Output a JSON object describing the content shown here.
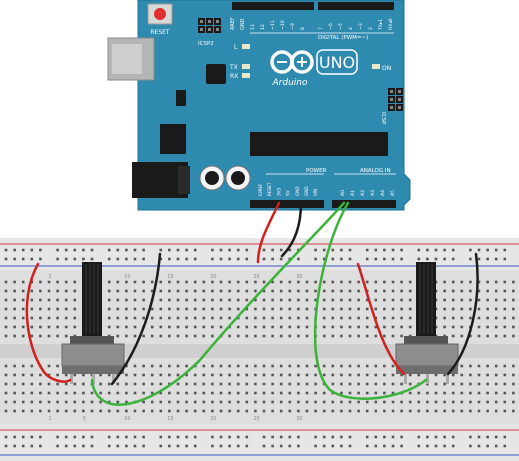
{
  "board": {
    "brand": "Arduino",
    "model": "UNO",
    "reset_label": "RESET",
    "icsp2_label": "ICSP2",
    "icsp_label": "ICSP",
    "digital_label": "DIGITAL (PWM=~)",
    "analog_label": "ANALOG IN",
    "power_label": "POWER",
    "on_label": "ON",
    "l_label": "L",
    "tx_label": "TX",
    "rx_label": "RX",
    "aref_label": "AREF",
    "gnd_label": "GND",
    "digital_pins": [
      "13",
      "12",
      "~11",
      "~10",
      "~9",
      "8",
      "7",
      "~6",
      "~5",
      "4",
      "~3",
      "2",
      "TX▸1",
      "RX◂0"
    ],
    "power_pins": [
      "IOREF",
      "RESET",
      "3V3",
      "5V",
      "GND",
      "GND",
      "VIN"
    ],
    "analog_pins": [
      "A0",
      "A1",
      "A2",
      "A3",
      "A4",
      "A5"
    ]
  },
  "breadboard": {
    "column_numbers": [
      "1",
      "5",
      "10",
      "15",
      "20",
      "25",
      "30"
    ]
  },
  "colors": {
    "board": "#2f8ab0",
    "breadboard": "#dfdfdf",
    "rail_red": "#d23b3b",
    "rail_blue": "#3a5fc4",
    "wire_red": "#d02020",
    "wire_black": "#1c1c1c",
    "wire_green": "#3bb33b"
  }
}
